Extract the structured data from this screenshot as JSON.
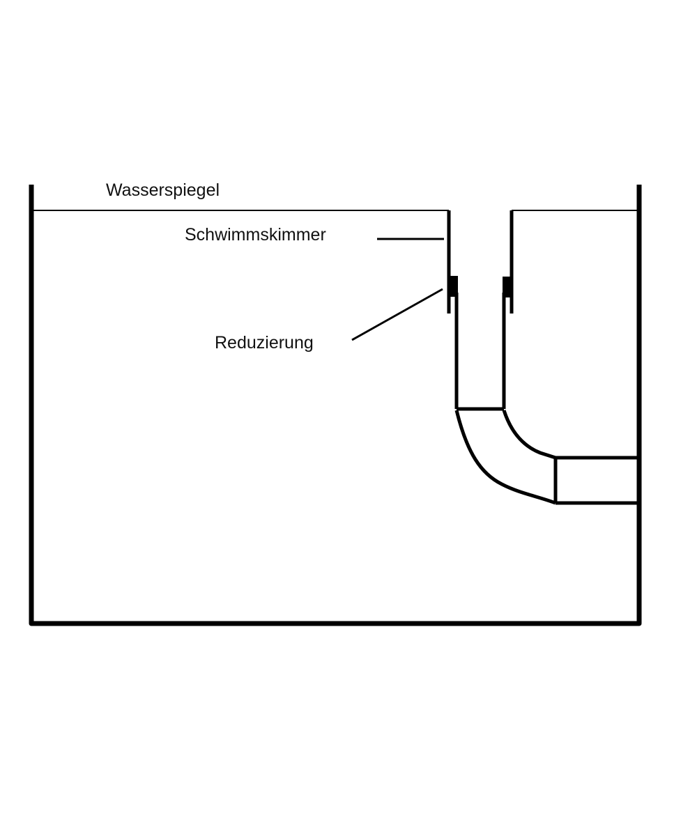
{
  "labels": {
    "water_level": "Wasserspiegel",
    "skimmer": "Schwimmskimmer",
    "reducer": "Reduzierung"
  },
  "colors": {
    "line": "#000000",
    "background": "#ffffff"
  }
}
